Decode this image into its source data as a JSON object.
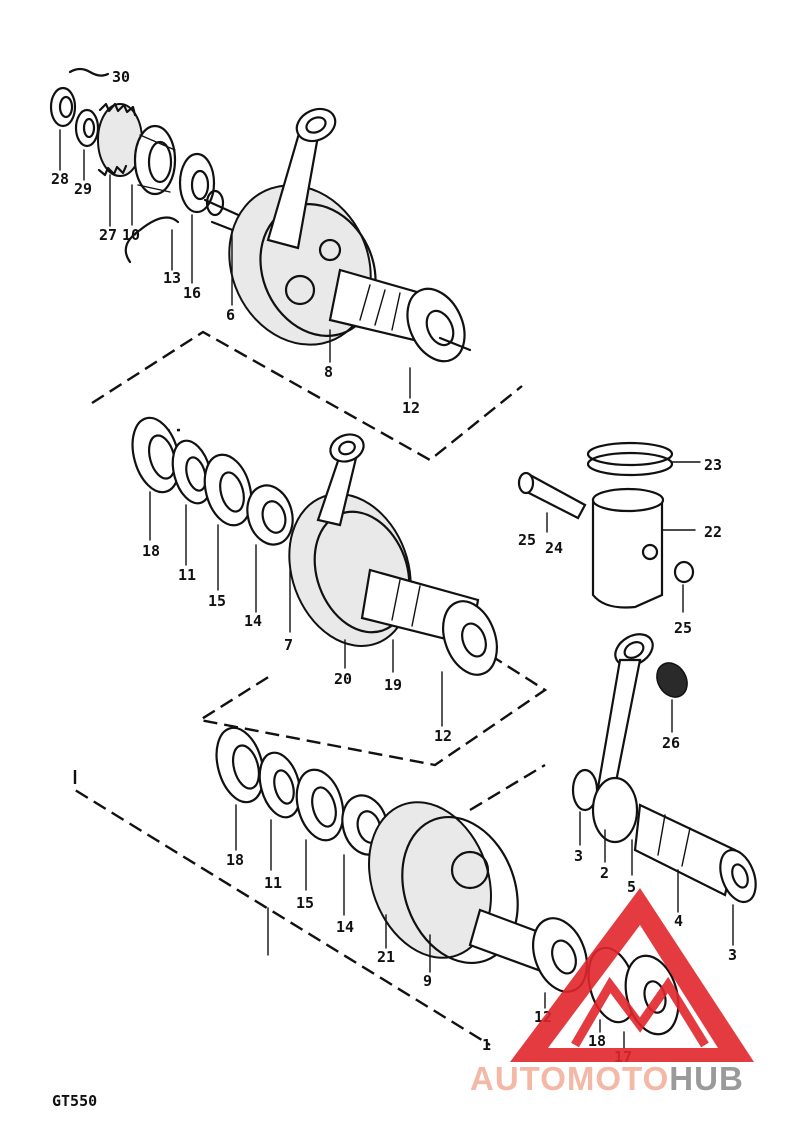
{
  "drawing": {
    "model": "GT550",
    "callouts": {
      "c30": "30",
      "c28": "28",
      "c29": "29",
      "c27": "27",
      "c10": "10",
      "c13": "13",
      "c16": "16",
      "c6": "6",
      "c8": "8",
      "c12a": "12",
      "c23": "23",
      "c25a": "25",
      "c24": "24",
      "c22": "22",
      "c25b": "25",
      "c18a": "18",
      "c11a": "11",
      "c15a": "15",
      "c14a": "14",
      "c7": "7",
      "c20": "20",
      "c19": "19",
      "c12b": "12",
      "c26": "26",
      "c3a": "3",
      "c2": "2",
      "c5": "5",
      "c4": "4",
      "c3b": "3",
      "c18b": "18",
      "c11b": "11",
      "c15b": "15",
      "c14b": "14",
      "c21": "21",
      "c9": "9",
      "c12c": "12",
      "c18c": "18",
      "c17": "17",
      "c1": "1"
    }
  },
  "watermark": {
    "part1": "AUTOMOTO",
    "part2": "HUB",
    "colors": {
      "auto": "#f3b8a6",
      "moto": "#f3b8a6",
      "hub": "#9a9a9a",
      "triangle": "#e1262c"
    }
  }
}
